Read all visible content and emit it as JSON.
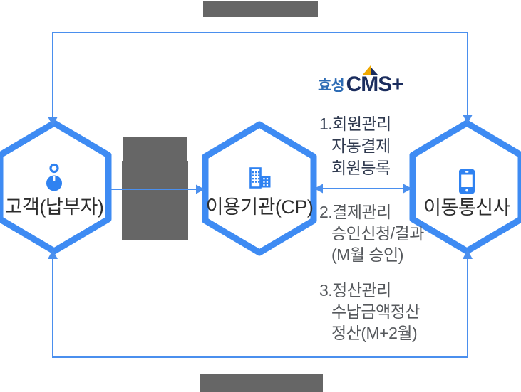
{
  "colors": {
    "hexagon_border": "#3e8bf3",
    "connector_blue": "#4a8fee",
    "icon_blue": "#2f82f1",
    "gray_placeholder": "#666666",
    "node_label_text": "#2d2d2d",
    "flow1_text": "#313b50",
    "flow_text": "#56595d",
    "logo_prefix_blue": "#2d6cb5",
    "logo_name_navy": "#1b2d5e",
    "logo_mark_yellow": "#f0a800"
  },
  "logo": {
    "prefix": "효성",
    "name": "CMS+"
  },
  "nodes": [
    {
      "label": "고객(납부자)",
      "icon": "person-icon"
    },
    {
      "label": "이용기관(CP)",
      "icon": "buildings-icon"
    },
    {
      "label": "이동통신사",
      "icon": "mobile-phone-icon"
    }
  ],
  "flows": [
    {
      "lines": [
        "1.회원관리",
        "자동결제",
        "회원등록"
      ]
    },
    {
      "lines": [
        "2.결제관리",
        "승인신청/결과",
        "(M월 승인)"
      ]
    },
    {
      "lines": [
        "3.정산관리",
        "수납금액정산",
        "정산(M+2월)"
      ]
    }
  ]
}
